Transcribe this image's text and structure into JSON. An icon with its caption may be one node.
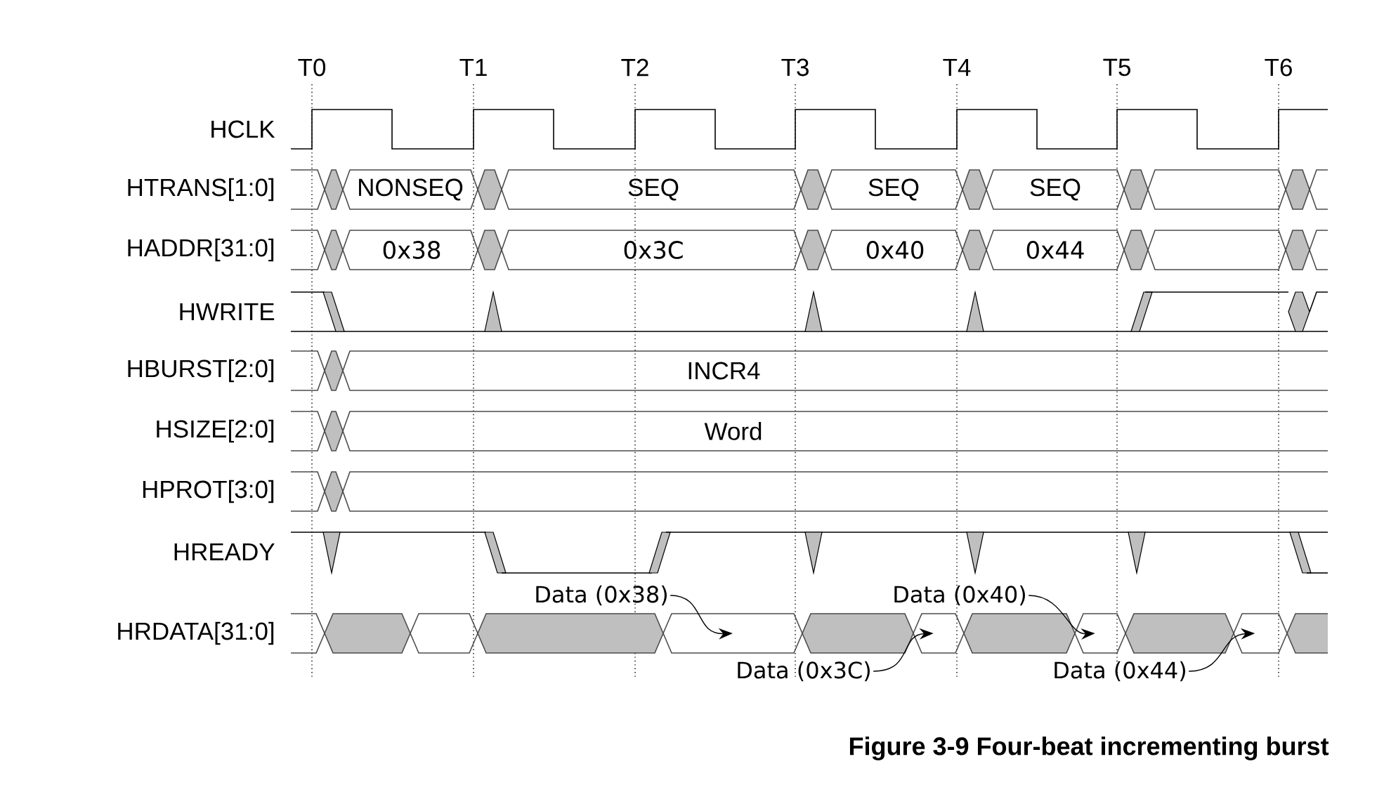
{
  "diagram": {
    "caption": "Figure 3-9 Four-beat incrementing burst",
    "nodes": [
      {
        "text": [
          "Data (0x38)"
        ]
      },
      {
        "text": [
          "Data (0x3C)"
        ]
      },
      {
        "text": [
          "Data (0x40)"
        ]
      },
      {
        "text": [
          "Data (0x44)"
        ]
      },
      {
        "text": [],
        "shape": "box"
      },
      {
        "text": [],
        "shape": "box"
      },
      {
        "text": [],
        "shape": "box"
      },
      {
        "text": [],
        "shape": "box"
      }
    ],
    "edges": [
      {
        "from": 0,
        "to": 4,
        "arrow": "to"
      },
      {
        "from": 1,
        "to": 5,
        "arrow": "to"
      },
      {
        "from": 2,
        "to": 6,
        "arrow": "to"
      },
      {
        "from": 3,
        "to": 7,
        "arrow": "to"
      }
    ],
    "labels": [
      "T0",
      "T1",
      "T2",
      "T3",
      "T4",
      "T5",
      "T6",
      "HCLK",
      "HTRANS[1:0]",
      "NONSEQ",
      "SEQ",
      "SEQ",
      "SEQ",
      "HADDR[31:0]",
      "0x38",
      "0x3C",
      "0x40",
      "0x44",
      "HWRITE",
      "HBURST[2:0]",
      "INCR4",
      "HSIZE[2:0]",
      "Word",
      "HPROT[3:0]",
      "HREADY",
      "HRDATA[31:0]"
    ]
  }
}
